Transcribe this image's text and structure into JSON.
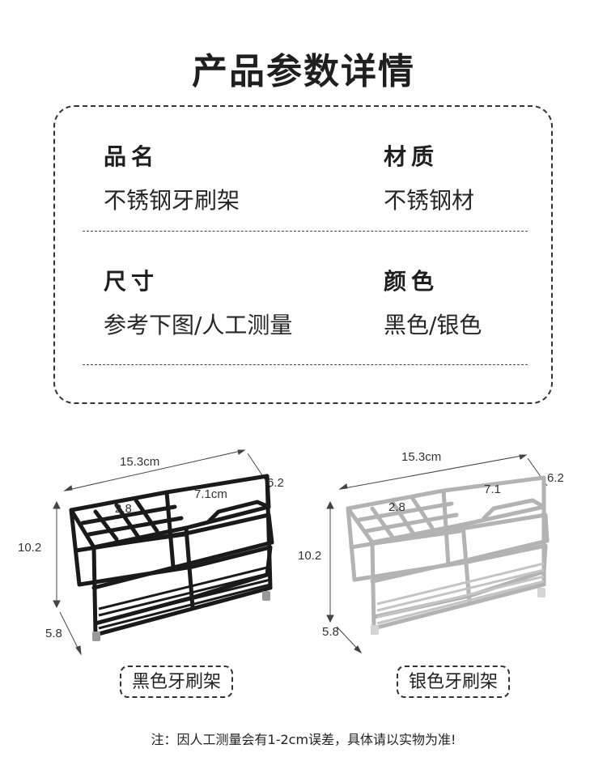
{
  "title": "产品参数详情",
  "specs": {
    "name_label": "品名",
    "name_value": "不锈钢牙刷架",
    "material_label": "材质",
    "material_value": "不锈钢材",
    "size_label": "尺寸",
    "size_value": "参考下图/人工测量",
    "color_label": "颜色",
    "color_value": "黑色/银色"
  },
  "products": {
    "black": {
      "caption": "黑色牙刷架",
      "color": "#1a1a1a",
      "dims": {
        "length": "15.3cm",
        "depth": "6.2",
        "compartment": "7.1cm",
        "slot": "2.8",
        "height": "10.2",
        "width": "5.8"
      }
    },
    "silver": {
      "caption": "银色牙刷架",
      "color": "#b8b8b8",
      "dims": {
        "length": "15.3cm",
        "depth": "6.2",
        "compartment": "7.1",
        "slot": "2.8",
        "height": "10.2",
        "width": "5.8"
      }
    }
  },
  "note": "注：因人工测量会有1-2cm误差，具体请以实物为准!"
}
